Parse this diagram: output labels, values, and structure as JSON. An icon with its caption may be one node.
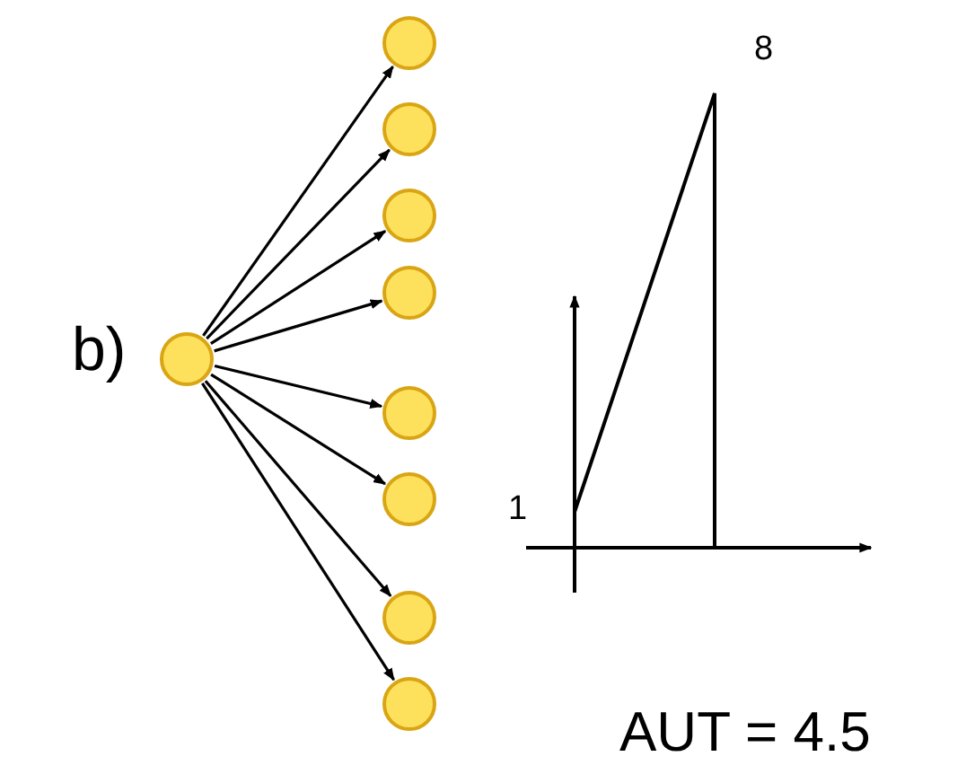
{
  "diagram": {
    "nodes": [
      {
        "text": [],
        "shape": "circle"
      },
      {
        "text": [],
        "shape": "circle"
      },
      {
        "text": [],
        "shape": "circle"
      },
      {
        "text": [],
        "shape": "circle"
      },
      {
        "text": [],
        "shape": "circle"
      },
      {
        "text": [],
        "shape": "circle"
      },
      {
        "text": [],
        "shape": "circle"
      },
      {
        "text": [],
        "shape": "circle"
      },
      {
        "text": [],
        "shape": "circle"
      }
    ],
    "edges": [
      {
        "from": 0,
        "to": 1,
        "arrow": "to"
      },
      {
        "from": 0,
        "to": 2,
        "arrow": "to"
      },
      {
        "from": 0,
        "to": 3,
        "arrow": "to"
      },
      {
        "from": 0,
        "to": 4,
        "arrow": "to"
      },
      {
        "from": 0,
        "to": 5,
        "arrow": "to"
      },
      {
        "from": 0,
        "to": 6,
        "arrow": "to"
      },
      {
        "from": 0,
        "to": 7,
        "arrow": "to"
      },
      {
        "from": 0,
        "to": 8,
        "arrow": "to"
      }
    ],
    "labels": [
      "b)",
      "8",
      "1",
      "AUT = 4.5"
    ]
  }
}
